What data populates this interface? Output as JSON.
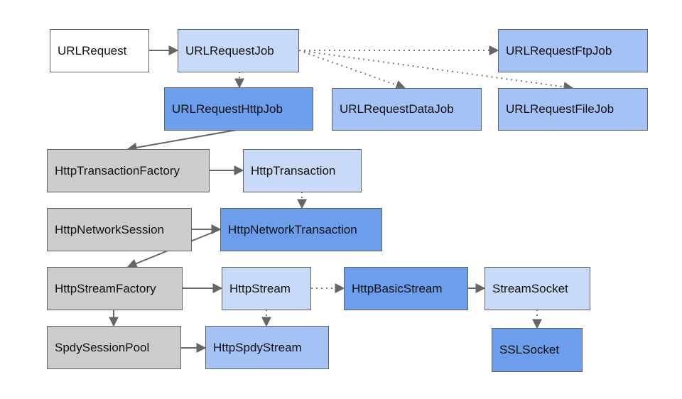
{
  "nodes": {
    "url_request": "URLRequest",
    "url_request_job": "URLRequestJob",
    "url_request_ftp_job": "URLRequestFtpJob",
    "url_request_http_job": "URLRequestHttpJob",
    "url_request_data_job": "URLRequestDataJob",
    "url_request_file_job": "URLRequestFileJob",
    "http_transaction_factory": "HttpTransactionFactory",
    "http_transaction": "HttpTransaction",
    "http_network_session": "HttpNetworkSession",
    "http_network_transaction": "HttpNetworkTransaction",
    "http_stream_factory": "HttpStreamFactory",
    "http_stream": "HttpStream",
    "http_basic_stream": "HttpBasicStream",
    "stream_socket": "StreamSocket",
    "spdy_session_pool": "SpdySessionPool",
    "http_spdy_stream": "HttpSpdyStream",
    "ssl_socket": "SSLSocket"
  },
  "colors": {
    "white": "#ffffff",
    "light_blue": "#c9daf8",
    "mid_blue": "#a4c2f4",
    "dark_blue": "#6d9eeb",
    "gray": "#cccccc",
    "edge": "#666666"
  }
}
